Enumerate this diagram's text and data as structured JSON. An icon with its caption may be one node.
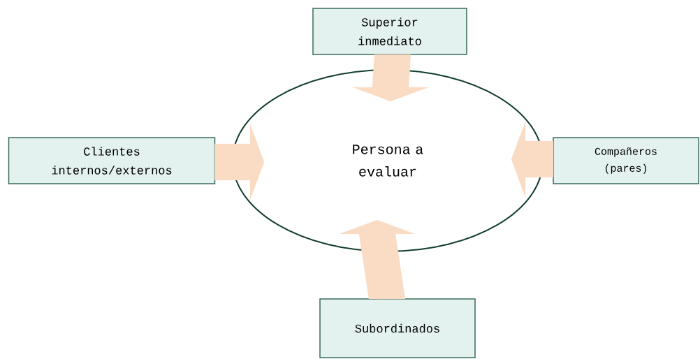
{
  "diagram": {
    "nodes": [
      {
        "text": [
          "Superior inmediato"
        ]
      },
      {
        "text": [
          "Clientes internos/externos"
        ]
      },
      {
        "text": [
          "Persona a evaluar"
        ]
      },
      {
        "text": [
          "Compañeros (pares)"
        ]
      },
      {
        "text": [
          "Subordinados"
        ]
      }
    ],
    "edges": [
      {
        "from": 0,
        "to": 2,
        "arrow": "to"
      },
      {
        "from": 1,
        "to": 2,
        "arrow": "to"
      },
      {
        "from": 3,
        "to": 2,
        "arrow": "to"
      },
      {
        "from": 4,
        "to": 2,
        "arrow": "to"
      }
    ]
  }
}
